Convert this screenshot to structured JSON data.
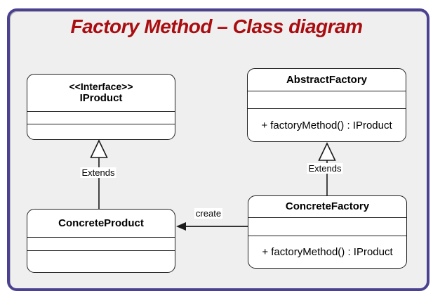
{
  "diagram": {
    "title": "Factory Method – Class diagram",
    "classes": {
      "iproduct": {
        "stereotype": "<<Interface>>",
        "name": "IProduct"
      },
      "abstractFactory": {
        "name": "AbstractFactory",
        "method": "+ factoryMethod() : IProduct"
      },
      "concreteProduct": {
        "name": "ConcreteProduct"
      },
      "concreteFactory": {
        "name": "ConcreteFactory",
        "method": "+ factoryMethod() : IProduct"
      }
    },
    "relations": {
      "productExtends": {
        "label": "Extends",
        "type": "inheritance"
      },
      "factoryExtends": {
        "label": "Extends",
        "type": "inheritance"
      },
      "create": {
        "label": "create",
        "type": "directed-association"
      }
    },
    "colors": {
      "frame_border": "#4a4291",
      "frame_background": "#f0eff0",
      "title_text": "#a90d10",
      "box_border": "#1f1f1f",
      "box_fill": "#ffffff",
      "edge_line": "#1a1a1a"
    }
  }
}
